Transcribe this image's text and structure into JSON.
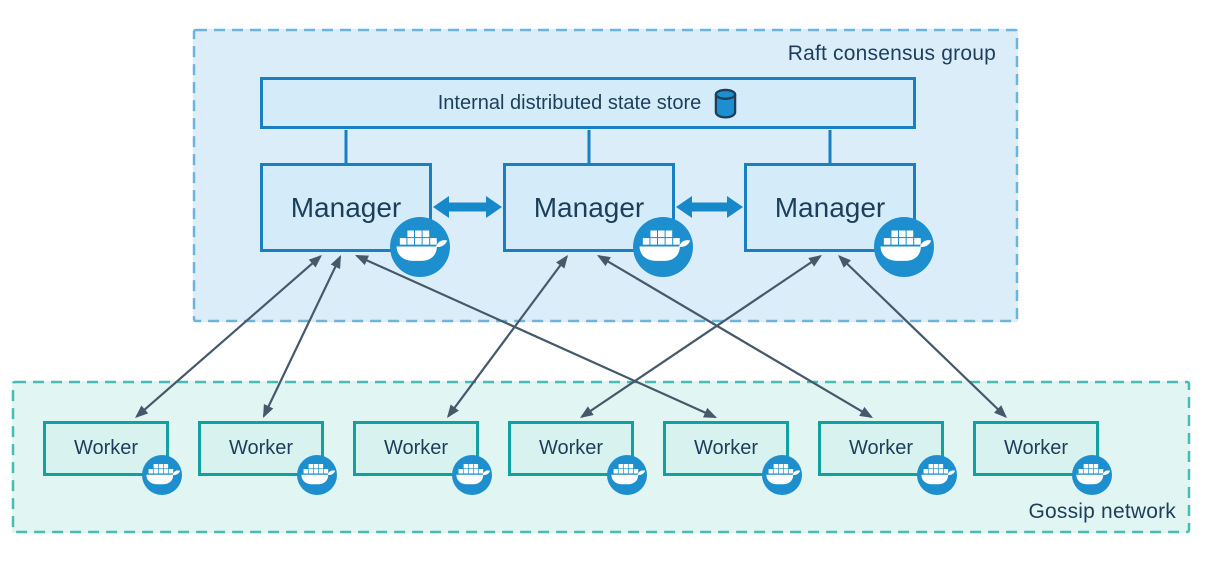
{
  "diagram": {
    "raft_group": {
      "label": "Raft consensus group"
    },
    "state_store": {
      "label": "Internal distributed state store",
      "icon": "database-icon"
    },
    "managers": [
      {
        "id": "manager-1",
        "label": "Manager",
        "icon": "docker-whale-icon"
      },
      {
        "id": "manager-2",
        "label": "Manager",
        "icon": "docker-whale-icon"
      },
      {
        "id": "manager-3",
        "label": "Manager",
        "icon": "docker-whale-icon"
      }
    ],
    "gossip_group": {
      "label": "Gossip network"
    },
    "workers": [
      {
        "id": "worker-1",
        "label": "Worker",
        "icon": "docker-whale-icon"
      },
      {
        "id": "worker-2",
        "label": "Worker",
        "icon": "docker-whale-icon"
      },
      {
        "id": "worker-3",
        "label": "Worker",
        "icon": "docker-whale-icon"
      },
      {
        "id": "worker-4",
        "label": "Worker",
        "icon": "docker-whale-icon"
      },
      {
        "id": "worker-5",
        "label": "Worker",
        "icon": "docker-whale-icon"
      },
      {
        "id": "worker-6",
        "label": "Worker",
        "icon": "docker-whale-icon"
      },
      {
        "id": "worker-7",
        "label": "Worker",
        "icon": "docker-whale-icon"
      }
    ],
    "edges": {
      "store_to_managers": [
        "manager-1",
        "manager-2",
        "manager-3"
      ],
      "manager_peer_links": [
        [
          "manager-1",
          "manager-2"
        ],
        [
          "manager-2",
          "manager-3"
        ]
      ],
      "manager_worker_links": [
        {
          "from": "manager-1",
          "to": "worker-1"
        },
        {
          "from": "manager-1",
          "to": "worker-2"
        },
        {
          "from": "manager-1",
          "to": "worker-5"
        },
        {
          "from": "manager-2",
          "to": "worker-3"
        },
        {
          "from": "manager-2",
          "to": "worker-6"
        },
        {
          "from": "manager-3",
          "to": "worker-4"
        },
        {
          "from": "manager-3",
          "to": "worker-7"
        }
      ]
    },
    "colors": {
      "raft_fill": "#dcedfa",
      "raft_border": "#6cb3de",
      "gossip_fill": "#e1f5f3",
      "gossip_border": "#44bdb2",
      "node_fill": "#d4ecfa",
      "node_border": "#1a7fc1",
      "worker_fill": "#d8f2ef",
      "worker_border": "#12a1a1",
      "text": "#1d3e5a",
      "docker_blue": "#1e8fce",
      "thick_arrow": "#1789cb",
      "thin_arrow": "#44596a"
    }
  }
}
